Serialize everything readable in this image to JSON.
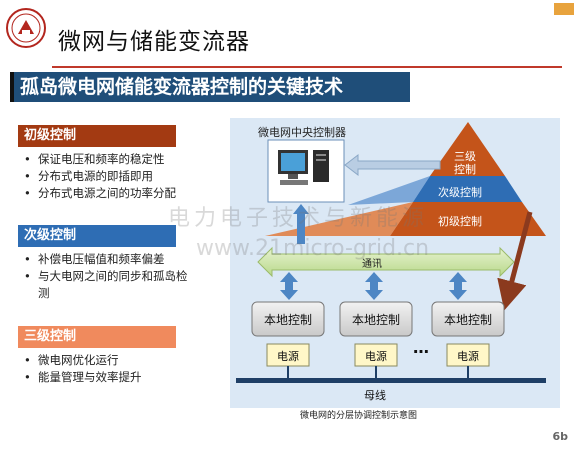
{
  "header": {
    "title": "微网与储能变流器",
    "logo_icon": "university-seal-icon"
  },
  "banner": {
    "text": "孤岛微电网储能变流器控制的关键技术"
  },
  "sections": [
    {
      "heading": "初级控制",
      "color": "#a33a12",
      "items": [
        "保证电压和频率的稳定性",
        "分布式电源的即插即用",
        "分布式电源之间的功率分配"
      ]
    },
    {
      "heading": "次级控制",
      "color": "#2e6db4",
      "items": [
        "补偿电压幅值和频率偏差",
        "与大电网之间的同步和孤岛检测"
      ]
    },
    {
      "heading": "三级控制",
      "color": "#f08a5d",
      "items": [
        "微电网优化运行",
        "能量管理与效率提升"
      ]
    }
  ],
  "diagram": {
    "controller_label": "微电网中央控制器",
    "pyramid": {
      "top": "三级控制",
      "middle": "次级控制",
      "bottom": "初级控制"
    },
    "comm_label": "通讯",
    "local_controller_label": "本地控制",
    "source_label": "电源",
    "ellipsis": "…",
    "bus_label": "母线",
    "caption": "微电网的分层协调控制示意图"
  },
  "watermark": {
    "line1": "电力电子技术与新能源",
    "line2": "www.21micro-grid.cn"
  },
  "footer": {
    "page_number": "6b"
  }
}
